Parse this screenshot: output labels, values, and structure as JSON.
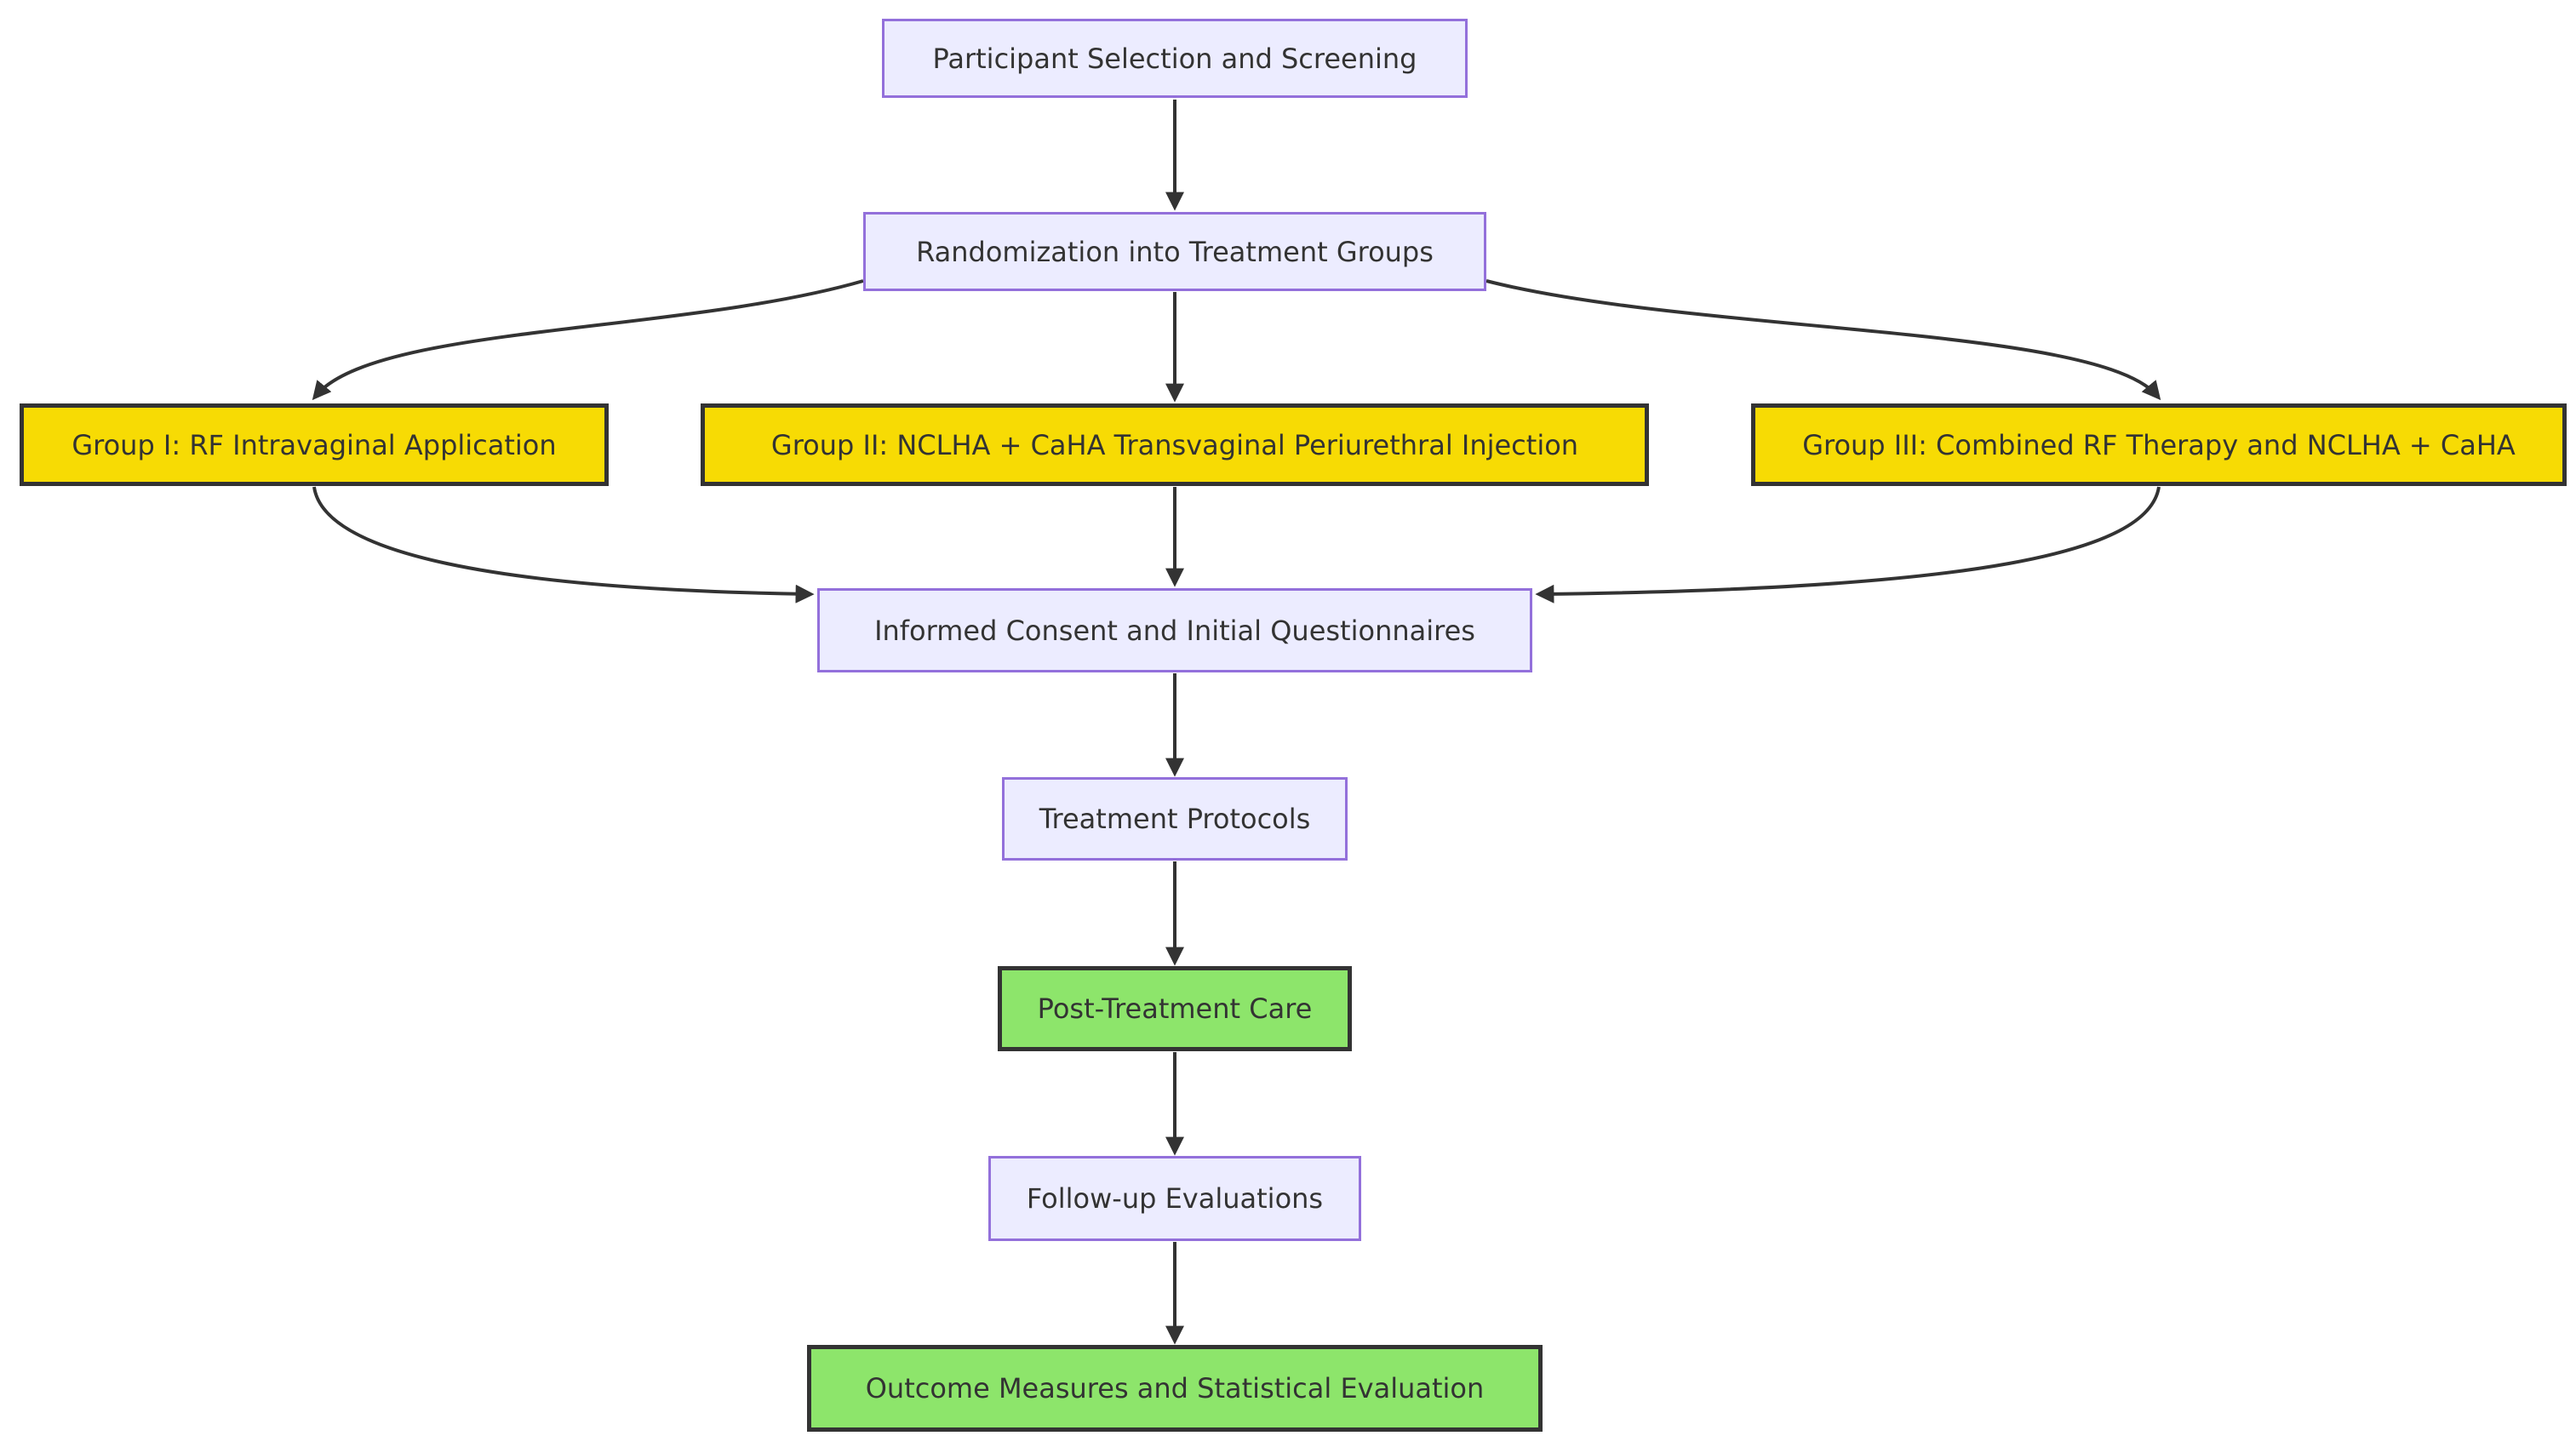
{
  "diagram": {
    "type": "flowchart",
    "direction": "top-down",
    "nodes": {
      "participant": {
        "label": "Participant Selection and Screening",
        "variant": "lavender"
      },
      "randomization": {
        "label": "Randomization into Treatment Groups",
        "variant": "lavender"
      },
      "group1": {
        "label": "Group I: RF Intravaginal Application",
        "variant": "yellow"
      },
      "group2": {
        "label": "Group II: NCLHA + CaHA Transvaginal Periurethral Injection",
        "variant": "yellow"
      },
      "group3": {
        "label": "Group III: Combined RF Therapy and NCLHA + CaHA",
        "variant": "yellow"
      },
      "consent": {
        "label": "Informed Consent and Initial Questionnaires",
        "variant": "lavender"
      },
      "protocols": {
        "label": "Treatment Protocols",
        "variant": "lavender"
      },
      "postcare": {
        "label": "Post-Treatment Care",
        "variant": "green"
      },
      "followup": {
        "label": "Follow-up Evaluations",
        "variant": "lavender"
      },
      "outcome": {
        "label": "Outcome Measures and Statistical Evaluation",
        "variant": "green"
      }
    },
    "edges": [
      {
        "from": "participant",
        "to": "randomization"
      },
      {
        "from": "randomization",
        "to": "group1"
      },
      {
        "from": "randomization",
        "to": "group2"
      },
      {
        "from": "randomization",
        "to": "group3"
      },
      {
        "from": "group1",
        "to": "consent"
      },
      {
        "from": "group2",
        "to": "consent"
      },
      {
        "from": "group3",
        "to": "consent"
      },
      {
        "from": "consent",
        "to": "protocols"
      },
      {
        "from": "protocols",
        "to": "postcare"
      },
      {
        "from": "postcare",
        "to": "followup"
      },
      {
        "from": "followup",
        "to": "outcome"
      }
    ],
    "colors": {
      "background": "#FFFFFF",
      "lavender_fill": "#ECECFF",
      "lavender_border": "#9370DB",
      "yellow_fill": "#F7DB04",
      "green_fill": "#8DE56B",
      "dark_border": "#333333",
      "edge_stroke": "#333333",
      "text": "#333333"
    }
  }
}
